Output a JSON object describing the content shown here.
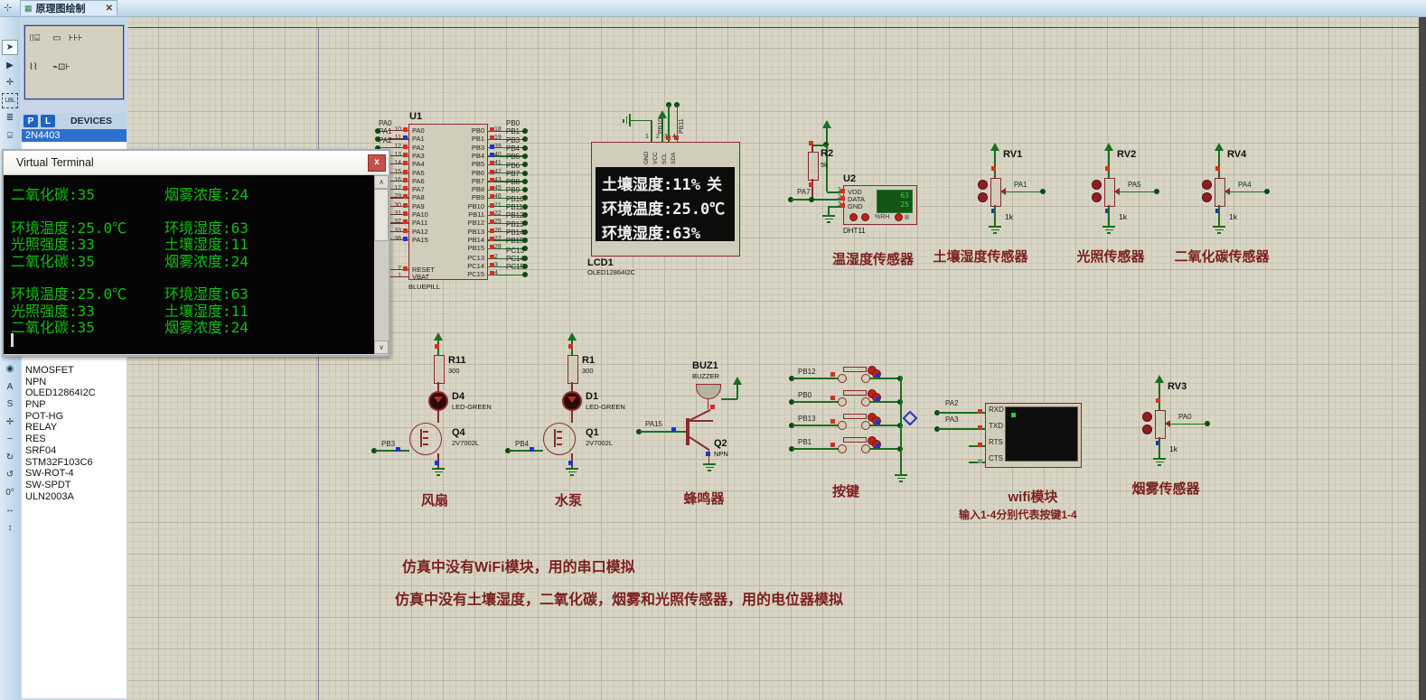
{
  "tab_bar": {
    "tab_title": "原理图绘制",
    "tab_close": "✕",
    "tab_icon": "▦",
    "app_icon": "⊹"
  },
  "left_toolbar": {
    "top_icons": [
      {
        "name": "selection-mode-icon",
        "glyph": "➤",
        "selected": true
      },
      {
        "name": "component-mode-icon",
        "glyph": "▶"
      },
      {
        "name": "junction-dot-icon",
        "glyph": "✛"
      },
      {
        "name": "wire-label-icon",
        "glyph": "LBL"
      },
      {
        "name": "text-script-icon",
        "glyph": "≣"
      },
      {
        "name": "buses-icon",
        "glyph": "⌸"
      },
      {
        "name": "subcircuit-icon",
        "glyph": "⊔"
      },
      {
        "name": "terminals-icon",
        "glyph": "⊐"
      }
    ],
    "bottom_icons": [
      {
        "name": "virtual-instruments-icon",
        "glyph": "◉"
      },
      {
        "name": "2d-text-icon",
        "glyph": "A"
      },
      {
        "name": "2d-symbol-icon",
        "glyph": "S"
      },
      {
        "name": "2d-marker-icon",
        "glyph": "✛"
      },
      {
        "name": "2d-path-icon",
        "glyph": "┄"
      },
      {
        "name": "rotate-clockwise-icon",
        "glyph": "↻"
      },
      {
        "name": "rotate-anticlockwise-icon",
        "glyph": "↺"
      },
      {
        "name": "rotation-angle-display",
        "glyph": "0°"
      },
      {
        "name": "mirror-horizontal-icon",
        "glyph": "↔"
      },
      {
        "name": "mirror-vertical-icon",
        "glyph": "↕"
      }
    ]
  },
  "devices_panel": {
    "pick_button": "P",
    "library_button": "L",
    "header": "DEVICES",
    "selected_device": "2N4403",
    "devices": [
      "NMOSFET",
      "NPN",
      "OLED12864I2C",
      "PNP",
      "POT-HG",
      "RELAY",
      "RES",
      "SRF04",
      "STM32F103C6",
      "SW-ROT-4",
      "SW-SPDT",
      "ULN2003A"
    ]
  },
  "virtual_terminal": {
    "title": "Virtual Terminal",
    "close": "x",
    "scroll_up": "∧",
    "scroll_down": "∨",
    "lines": [
      {
        "c1": "二氧化碳:35",
        "c2": "烟雾浓度:24"
      },
      {
        "c1": "",
        "c2": ""
      },
      {
        "c1": "环境温度:25.0℃",
        "c2": "环境湿度:63"
      },
      {
        "c1": "光照强度:33",
        "c2": "土壤湿度:11"
      },
      {
        "c1": "二氧化碳:35",
        "c2": "烟雾浓度:24"
      },
      {
        "c1": "",
        "c2": ""
      },
      {
        "c1": "环境温度:25.0℃",
        "c2": "环境湿度:63"
      },
      {
        "c1": "光照强度:33",
        "c2": "土壤湿度:11"
      },
      {
        "c1": "二氧化碳:35",
        "c2": "烟雾浓度:24"
      }
    ]
  },
  "schematic": {
    "u1": {
      "ref": "U1",
      "part": "BLUEPILL",
      "left_pins": [
        {
          "num": "10",
          "label": "PA0",
          "net": "PA0",
          "sq": "r"
        },
        {
          "num": "11",
          "label": "PA1",
          "net": "PA1",
          "sq": "b"
        },
        {
          "num": "12",
          "label": "PA2",
          "net": "PA2",
          "sq": "r"
        },
        {
          "num": "13",
          "label": "PA3",
          "net": "",
          "sq": "r"
        },
        {
          "num": "14",
          "label": "PA4",
          "net": "",
          "sq": "r"
        },
        {
          "num": "15",
          "label": "PA5",
          "net": "",
          "sq": "r"
        },
        {
          "num": "16",
          "label": "PA6",
          "net": "",
          "sq": "r"
        },
        {
          "num": "17",
          "label": "PA7",
          "net": "",
          "sq": "r"
        },
        {
          "num": "29",
          "label": "PA8",
          "net": "",
          "sq": "r"
        },
        {
          "num": "30",
          "label": "PA9",
          "net": "",
          "sq": "r"
        },
        {
          "num": "31",
          "label": "PA10",
          "net": "",
          "sq": "r"
        },
        {
          "num": "32",
          "label": "PA11",
          "net": "",
          "sq": "r"
        },
        {
          "num": "33",
          "label": "PA12",
          "net": "",
          "sq": "r"
        },
        {
          "num": "38",
          "label": "PA15",
          "net": "",
          "sq": "b"
        }
      ],
      "reset_pin": {
        "num": "7",
        "label": "RESET",
        "sq": "r"
      },
      "vbat_pin": {
        "num": "1",
        "label": "VBAT"
      },
      "right_pins": [
        {
          "num": "18",
          "label": "PB0",
          "net": "PB0",
          "sq": "r"
        },
        {
          "num": "19",
          "label": "PB1",
          "net": "PB1",
          "sq": "r"
        },
        {
          "num": "39",
          "label": "PB3",
          "net": "PB3",
          "sq": "b"
        },
        {
          "num": "40",
          "label": "PB4",
          "net": "PB4",
          "sq": "b"
        },
        {
          "num": "41",
          "label": "PB5",
          "net": "PB5",
          "sq": "r"
        },
        {
          "num": "42",
          "label": "PB6",
          "net": "PB6",
          "sq": "r"
        },
        {
          "num": "43",
          "label": "PB7",
          "net": "PB7",
          "sq": "r"
        },
        {
          "num": "45",
          "label": "PB8",
          "net": "PB8",
          "sq": "r"
        },
        {
          "num": "46",
          "label": "PB9",
          "net": "PB9",
          "sq": "r"
        },
        {
          "num": "21",
          "label": "PB10",
          "net": "PB10",
          "sq": "r"
        },
        {
          "num": "22",
          "label": "PB11",
          "net": "PB11",
          "sq": "r"
        },
        {
          "num": "25",
          "label": "PB12",
          "net": "PB12",
          "sq": "r"
        },
        {
          "num": "26",
          "label": "PB13",
          "net": "PB13",
          "sq": "r"
        },
        {
          "num": "27",
          "label": "PB14",
          "net": "PB14",
          "sq": "r"
        },
        {
          "num": "28",
          "label": "PB15",
          "net": "PB15",
          "sq": "r"
        }
      ],
      "pc_pins": [
        {
          "num": "2",
          "label": "PC13",
          "net": "PC13",
          "sq": "r"
        },
        {
          "num": "3",
          "label": "PC14",
          "net": "PC14",
          "sq": "r"
        },
        {
          "num": "4",
          "label": "PC15",
          "net": "PC15",
          "sq": "r"
        }
      ]
    },
    "lcd": {
      "ref": "LCD1",
      "part": "OLED12864I2C",
      "pin_names": [
        "GND",
        "VCC",
        "SCL",
        "SDA"
      ],
      "pin_numbers": [
        "1",
        "2",
        "3",
        "4"
      ],
      "net_labels": [
        "PB10",
        "PB11"
      ],
      "screen": {
        "line1_left": "土壤湿度:11%",
        "line1_right": "关",
        "line2": "环境温度:25.0℃",
        "line3": "环境湿度:63%"
      }
    },
    "dht": {
      "ref": "U2",
      "part": "DHT11",
      "pullup_ref": "R2",
      "pullup_value": "5k",
      "net": "PA7",
      "pins": [
        "VDD",
        "DATA",
        "GND"
      ],
      "pin_numbers": [
        "1",
        "2",
        "3"
      ],
      "display": [
        "63",
        "25"
      ],
      "rh": "%RH",
      "label": "温湿度传感器"
    },
    "pots": [
      {
        "ref": "RV1",
        "value": "1k",
        "net": "PA1",
        "label": "土壤湿度传感器"
      },
      {
        "ref": "RV2",
        "value": "1k",
        "net": "PA5",
        "label": "光照传感器"
      },
      {
        "ref": "RV4",
        "value": "1k",
        "net": "PA4",
        "label": "二氧化碳传感器"
      },
      {
        "ref": "RV3",
        "value": "1k",
        "net": "PA0",
        "label": "烟雾传感器"
      }
    ],
    "drivers": [
      {
        "res_ref": "R11",
        "res_value": "300",
        "led_ref": "D4",
        "led_part": "LED-GREEN",
        "fet_ref": "Q4",
        "fet_part": "2V7002L",
        "net": "PB3",
        "label": "风扇"
      },
      {
        "res_ref": "R1",
        "res_value": "300",
        "led_ref": "D1",
        "led_part": "LED-GREEN",
        "fet_ref": "Q1",
        "fet_part": "2V7002L",
        "net": "PB4",
        "label": "水泵"
      }
    ],
    "buzzer": {
      "ref": "BUZ1",
      "part": "BUZZER",
      "q_ref": "Q2",
      "q_part": "NPN",
      "net": "PA15",
      "label": "蜂鸣器"
    },
    "keys": {
      "nets": [
        "PB12",
        "PB0",
        "PB13",
        "PB1"
      ],
      "label": "按键"
    },
    "wifi": {
      "pins": [
        "RXD",
        "TXD",
        "RTS",
        "CTS"
      ],
      "nets": [
        "PA2",
        "PA3"
      ],
      "label": "wifi模块",
      "note": "输入1-4分别代表按键1-4"
    },
    "notes": [
      "仿真中没有WiFi模块，用的串口模拟",
      "仿真中没有土壤湿度，二氧化碳，烟雾和光照传感器，用的电位器模拟"
    ]
  },
  "colors": {
    "wire_green": "#1b6e1f",
    "component_red": "#8b2a2a",
    "terminal_green": "#0fc00f",
    "selection_blue": "#2f6fd0",
    "grid_bg": "#d8d5c4"
  }
}
